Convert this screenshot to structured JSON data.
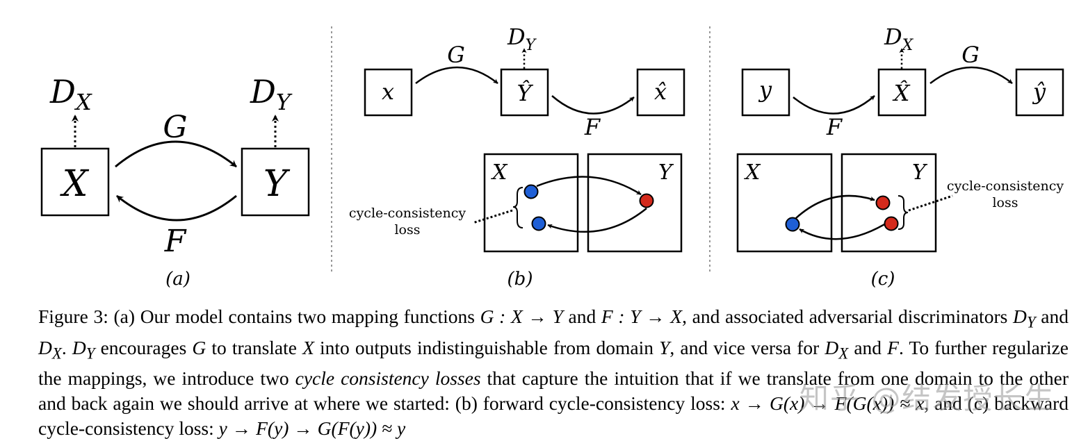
{
  "panels": {
    "a": {
      "label": "(a)",
      "box_x": "X",
      "box_y": "Y",
      "disc_x": "D",
      "disc_x_sub": "X",
      "disc_y": "D",
      "disc_y_sub": "Y",
      "map_g": "G",
      "map_f": "F"
    },
    "b": {
      "label": "(b)",
      "box_in": "x",
      "box_mid": "Ŷ",
      "box_out": "x̂",
      "disc": "D",
      "disc_sub": "Y",
      "map_g": "G",
      "map_f": "F",
      "domain_left": "X",
      "domain_right": "Y",
      "loss_line1": "cycle-consistency",
      "loss_line2": "loss"
    },
    "c": {
      "label": "(c)",
      "box_in": "y",
      "box_mid": "X̂",
      "box_out": "ŷ",
      "disc": "D",
      "disc_sub": "X",
      "map_g": "G",
      "map_f": "F",
      "domain_left": "X",
      "domain_right": "Y",
      "loss_line1": "cycle-consistency",
      "loss_line2": "loss"
    }
  },
  "colors": {
    "dot_blue": "#1f5fd6",
    "dot_red": "#d42a1c",
    "stroke": "#000000",
    "divider": "#777777"
  },
  "caption": {
    "t1": "Figure 3: (a) Our model contains two mapping functions ",
    "m1": "G : X → Y",
    "t2": " and ",
    "m2": "F : Y → X",
    "t3": ", and associated adversarial discriminators ",
    "m3": "D",
    "m3s": "Y",
    "t4": " and ",
    "m4": "D",
    "m4s": "X",
    "t5": ". ",
    "m5": "D",
    "m5s": "Y",
    "t6": " encourages ",
    "m6": "G",
    "t7": " to translate ",
    "m7": "X",
    "t8": " into outputs indistinguishable from domain ",
    "m8": "Y",
    "t9": ", and vice versa for ",
    "m9": "D",
    "m9s": "X",
    "t10": " and ",
    "m10": "F",
    "t11": ". To further regularize the mappings, we introduce two ",
    "em": "cycle consistency losses",
    "t12": " that capture the intuition that if we translate from one domain to the other and back again we should arrive at where we started: (b) forward cycle-consistency loss: ",
    "m11": "x → G(x) → F(G(x)) ≈ x",
    "t13": ", and (c) backward cycle-consistency loss: ",
    "m12": "y → F(y) → G(F(y)) ≈ y"
  },
  "watermark": "知乎 @结发授长生"
}
